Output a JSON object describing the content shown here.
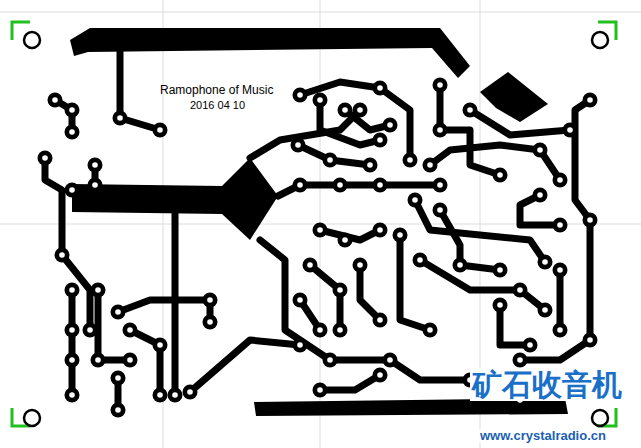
{
  "diagram": {
    "labels": [
      "Ramophone of Music",
      "2016 04 10",
      "矿石收音机",
      "www.crystalradio.cn"
    ]
  }
}
